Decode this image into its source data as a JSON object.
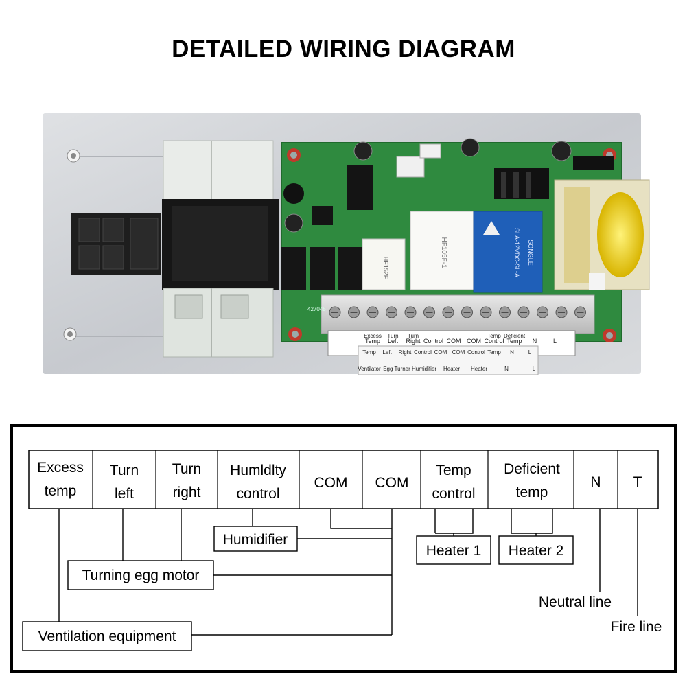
{
  "title": "DETAILED WIRING DIAGRAM",
  "board_silkscreen": {
    "row1": [
      "Excess",
      "Turn",
      "Turn",
      "",
      "",
      "",
      "Temp",
      "Deficient",
      "",
      ""
    ],
    "row2": [
      "Temp",
      "Left",
      "Right",
      "Control",
      "COM",
      "COM",
      "Control",
      "Temp",
      "N",
      "L"
    ],
    "sticker_top": [
      "Temp",
      "Left",
      "Right",
      "Control",
      "COM",
      "COM",
      "Control",
      "Temp",
      "N",
      "L"
    ],
    "sticker_bottom": [
      "Ventilator",
      "Egg Turner",
      "Humidifier",
      "Heater",
      "Heater",
      "N",
      "L"
    ],
    "relay_1": "HF152F",
    "relay_2": "HF105F-1",
    "relay_3": "SLA-12VDC-SL-A",
    "relay_3_brand": "SONGLE",
    "pcb_code": "427045"
  },
  "terminals": [
    {
      "line1": "Excess",
      "line2": "temp"
    },
    {
      "line1": "Turn",
      "line2": "left"
    },
    {
      "line1": "Turn",
      "line2": "right"
    },
    {
      "line1": "Humldlty",
      "line2": "control"
    },
    {
      "line1": "COM",
      "line2": ""
    },
    {
      "line1": "COM",
      "line2": ""
    },
    {
      "line1": "Temp",
      "line2": "control"
    },
    {
      "line1": "Deficient",
      "line2": "temp"
    },
    {
      "line1": "N",
      "line2": ""
    },
    {
      "line1": "T",
      "line2": ""
    }
  ],
  "devices": {
    "humidifier": "Humidifier",
    "heater1": "Heater 1",
    "heater2": "Heater 2",
    "turning_motor": "Turning egg motor",
    "ventilation": "Ventilation equipment",
    "neutral": "Neutral line",
    "fire": "Fire line"
  },
  "colors": {
    "pcb": "#2f8a3f",
    "plate": "#cfd2d6",
    "relay_blue": "#1f5fb8",
    "transformer_yellow": "#e9c800",
    "terminal_block": "#d4d4d4"
  }
}
